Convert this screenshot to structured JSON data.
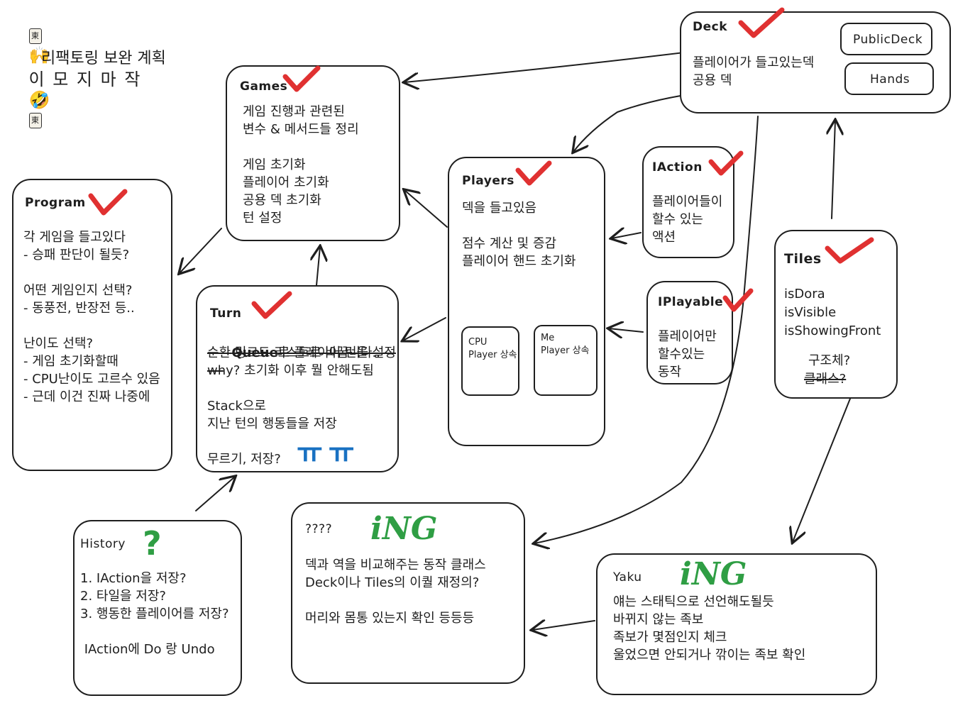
{
  "header": {
    "tile_left": "東",
    "emoji_left": "🙌",
    "title": "이 모 지 마 작",
    "emoji_right": "🤣",
    "tile_right": "東",
    "subtitle": "리팩토링 보완 계획"
  },
  "deck": {
    "title": "Deck",
    "lines": [
      "플레이어가 들고있는덱",
      "공용 덱"
    ],
    "public_deck": "PublicDeck",
    "hands": "Hands"
  },
  "games": {
    "title": "Games",
    "lines": [
      "게임 진행과 관련된",
      "변수 & 메서드들 정리",
      "",
      "게임 초기화",
      "플레이어 초기화",
      "공용 덱 초기화",
      "턴 설정"
    ]
  },
  "program": {
    "title": "Program",
    "lines": [
      "각 게임을 들고있다",
      "- 승패 판단이 될듯?",
      "",
      "어떤 게임인지 선택?",
      "- 동풍전, 반장전 등..",
      "",
      "난이도 선택?",
      "- 게임 초기화할때",
      "- CPU난이도 고르수 있음",
      "- 근데 이건 진짜 나중에"
    ]
  },
  "players": {
    "title": "Players",
    "lines": [
      "덱을 들고있음",
      "",
      "점수 계산 및 증감",
      "플레이어 핸드 초기화"
    ],
    "cpu_label": "CPU\nPlayer 상속",
    "me_label": "Me\nPlayer 상속"
  },
  "iaction": {
    "title": "IAction",
    "lines": [
      "플레이어들이",
      "할수 있는",
      "액션"
    ]
  },
  "iplayable": {
    "title": "IPlayable",
    "lines": [
      "플레이어만",
      "할수있는",
      "동작"
    ]
  },
  "tiles": {
    "title": "Tiles",
    "props": [
      "isDora",
      "isVisible",
      "isShowingFront"
    ],
    "struct": "구조체?",
    "class_struck": "클래스?"
  },
  "turn": {
    "title": "Turn",
    "struck_prefix": "Queue",
    "struck_rest": "로 플레이어 턴을 설정",
    "lines": [
      "순환 링크드 리스트로 바꿉니다..",
      "why? 초기화 이후 뭘 안해도됨",
      "",
      "Stack으로",
      "지난 턴의 행동들을 저장",
      "",
      "무르기, 저장?"
    ],
    "tears": "ㅠㅠ"
  },
  "history": {
    "title": "History",
    "mark": "?",
    "lines": [
      "1. IAction을 저장?",
      "2. 타일을 저장?",
      "3. 행동한 플레이어를 저장?",
      "",
      " IAction에 Do 랑 Undo"
    ]
  },
  "unknown": {
    "title": "????",
    "badge": "iNG",
    "lines": [
      "덱과 역을 비교해주는 동작 클래스",
      "Deck이나 Tiles의 이퀄 재정의?",
      "",
      "머리와 몸통 있는지 확인 등등등"
    ]
  },
  "yaku": {
    "title": "Yaku",
    "badge": "iNG",
    "lines": [
      "얘는 스태틱으로 선언해도될듯",
      "바뀌지 않는 족보",
      "족보가 몇점인지 체크",
      "울었으면 안되거나 깎이는 족보 확인"
    ]
  },
  "colors": {
    "stroke": "#1e1e1e",
    "check_red": "#e03131",
    "ing_green": "#2f9e44",
    "tears_blue": "#1971c2"
  }
}
